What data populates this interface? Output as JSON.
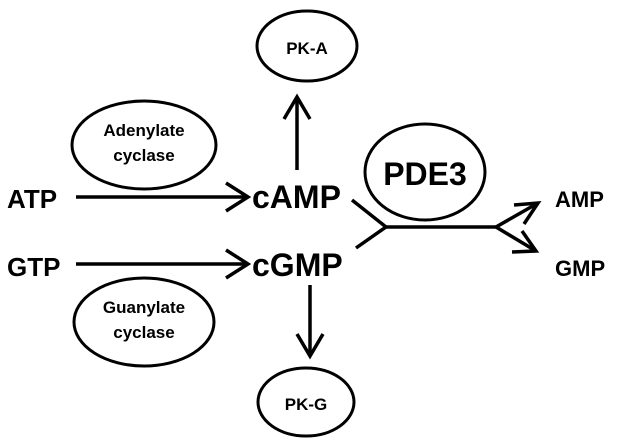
{
  "diagram": {
    "nodes": {
      "atp": "ATP",
      "gtp": "GTP",
      "camp": "cAMP",
      "cgmp": "cGMP",
      "amp": "AMP",
      "gmp": "GMP"
    },
    "enzymes": {
      "pka": "PK-A",
      "pkg": "PK-G",
      "pde3": "PDE3",
      "adenylate_line1": "Adenylate",
      "adenylate_line2": "cyclase",
      "guanylate_line1": "Guanylate",
      "guanylate_line2": "cyclase"
    },
    "edges": [
      {
        "from": "ATP",
        "to": "cAMP",
        "catalyst": "Adenylate cyclase"
      },
      {
        "from": "GTP",
        "to": "cGMP",
        "catalyst": "Guanylate cyclase"
      },
      {
        "from": "cAMP",
        "to": "PK-A"
      },
      {
        "from": "cGMP",
        "to": "PK-G"
      },
      {
        "from": "cAMP",
        "to": "AMP",
        "catalyst": "PDE3"
      },
      {
        "from": "cGMP",
        "to": "GMP",
        "catalyst": "PDE3"
      }
    ]
  }
}
